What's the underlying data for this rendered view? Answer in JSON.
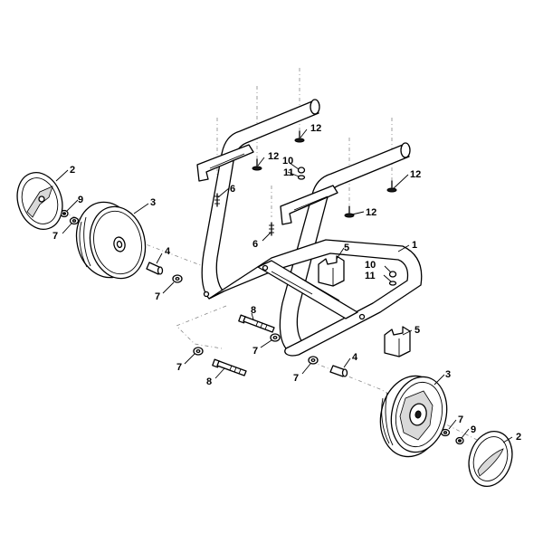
{
  "colors": {
    "line": "#000000",
    "background": "#ffffff",
    "centerline": "#888888"
  },
  "callouts": [
    {
      "id": "c1",
      "text": "1"
    },
    {
      "id": "c2a",
      "text": "2"
    },
    {
      "id": "c2b",
      "text": "2"
    },
    {
      "id": "c3a",
      "text": "3"
    },
    {
      "id": "c3b",
      "text": "3"
    },
    {
      "id": "c4a",
      "text": "4"
    },
    {
      "id": "c4b",
      "text": "4"
    },
    {
      "id": "c5a",
      "text": "5"
    },
    {
      "id": "c5b",
      "text": "5"
    },
    {
      "id": "c6a",
      "text": "6"
    },
    {
      "id": "c6b",
      "text": "6"
    },
    {
      "id": "c7a",
      "text": "7"
    },
    {
      "id": "c7b",
      "text": "7"
    },
    {
      "id": "c7c",
      "text": "7"
    },
    {
      "id": "c7d",
      "text": "7"
    },
    {
      "id": "c7e",
      "text": "7"
    },
    {
      "id": "c7f",
      "text": "7"
    },
    {
      "id": "c8a",
      "text": "8"
    },
    {
      "id": "c8b",
      "text": "8"
    },
    {
      "id": "c9a",
      "text": "9"
    },
    {
      "id": "c9b",
      "text": "9"
    },
    {
      "id": "c10a",
      "text": "10"
    },
    {
      "id": "c10b",
      "text": "10"
    },
    {
      "id": "c11a",
      "text": "11"
    },
    {
      "id": "c11b",
      "text": "11"
    },
    {
      "id": "c12a",
      "text": "12"
    },
    {
      "id": "c12b",
      "text": "12"
    },
    {
      "id": "c12c",
      "text": "12"
    },
    {
      "id": "c12d",
      "text": "12"
    }
  ]
}
